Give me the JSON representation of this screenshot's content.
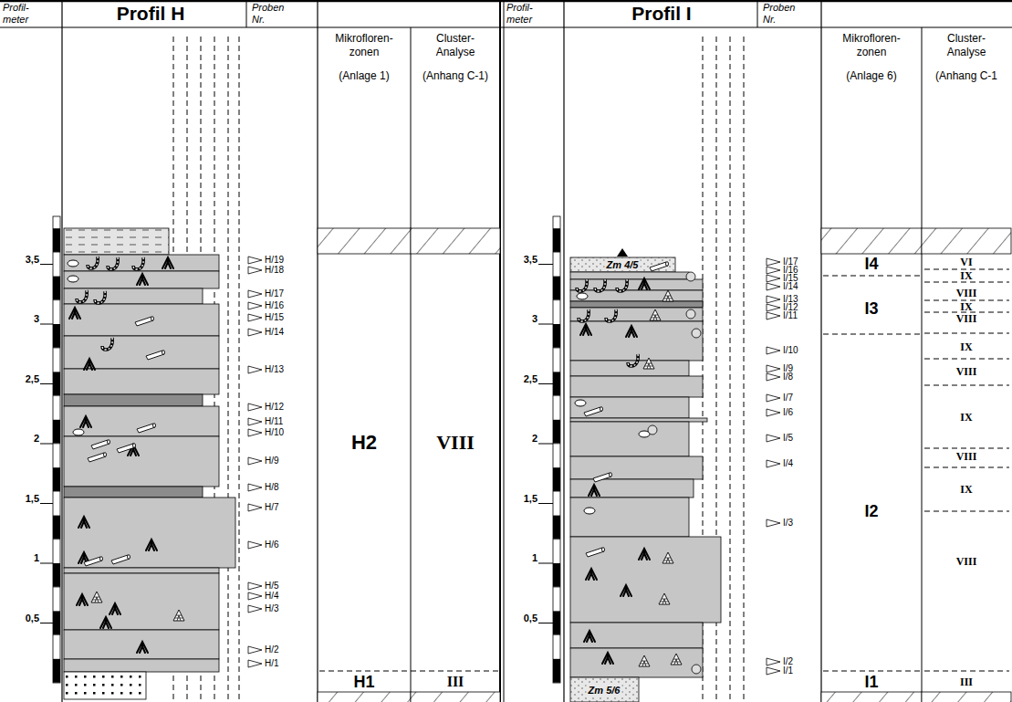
{
  "diagram": {
    "labels": [
      "Profil- meter",
      "Profil H",
      "Proben Nr.",
      "Mikrofloren- zonen",
      "(Anlage 1)",
      "Cluster- Analyse",
      "(Anhang C-1)",
      "Profil- meter",
      "Profil I",
      "Proben Nr.",
      "Mikrofloren- zonen",
      "(Anlage 6)",
      "Cluster- Analyse",
      "(Anhang C-1",
      "3,5",
      "3",
      "2,5",
      "2",
      "1,5",
      "1",
      "0,5",
      "H/19",
      "H/18",
      "H/17",
      "H/16",
      "H/15",
      "H/14",
      "H/13",
      "H/12",
      "H/11",
      "H/10",
      "H/9",
      "H/8",
      "H/7",
      "H/6",
      "H/5",
      "H/4",
      "H/3",
      "H/2",
      "H/1",
      "H2",
      "VIII",
      "H1",
      "III",
      "3,5",
      "3",
      "2,5",
      "2",
      "1,5",
      "1",
      "0,5",
      "Zm 4/5",
      "Zm 5/6",
      "I/17",
      "I/16",
      "I/15",
      "I/14",
      "I/13",
      "I/12",
      "I/11",
      "I/10",
      "I/9",
      "I/8",
      "I/7",
      "I/6",
      "I/5",
      "I/4",
      "I/3",
      "I/2",
      "I/1",
      "I4",
      "I3",
      "I2",
      "I1",
      "VI",
      "IX",
      "VIII",
      "IX",
      "VIII",
      "IX",
      "VIII",
      "IX",
      "VIII",
      "IX",
      "VIII",
      "III"
    ]
  }
}
